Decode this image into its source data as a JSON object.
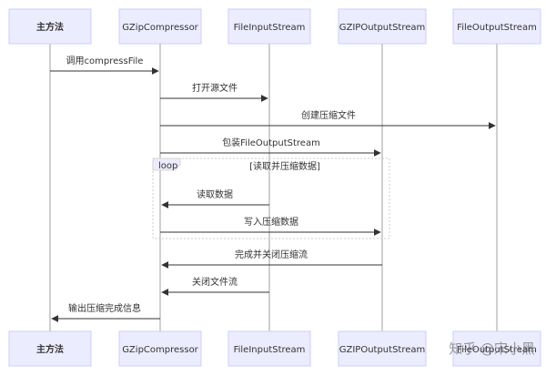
{
  "colors": {
    "actor_fill": "#ECECFF",
    "actor_stroke": "#CCCCFF",
    "lifeline": "#888888",
    "message": "#333333",
    "loop_border": "#CCCCCC",
    "loop_label_fill": "#ECECFF",
    "text": "#333333"
  },
  "participants": [
    {
      "id": "main",
      "label": "主方法"
    },
    {
      "id": "gzc",
      "label": "GZipCompressor"
    },
    {
      "id": "fis",
      "label": "FileInputStream"
    },
    {
      "id": "gzos",
      "label": "GZIPOutputStream"
    },
    {
      "id": "fos",
      "label": "FileOutputStream"
    }
  ],
  "messages": [
    {
      "from": "main",
      "to": "gzc",
      "label": "调用compressFile"
    },
    {
      "from": "gzc",
      "to": "fis",
      "label": "打开源文件"
    },
    {
      "from": "gzc",
      "to": "fos",
      "label": "创建压缩文件"
    },
    {
      "from": "gzc",
      "to": "gzos",
      "label": "包装FileOutputStream"
    },
    {
      "from": "fis",
      "to": "gzc",
      "label": "读取数据"
    },
    {
      "from": "gzc",
      "to": "gzos",
      "label": "写入压缩数据"
    },
    {
      "from": "gzos",
      "to": "gzc",
      "label": "完成并关闭压缩流"
    },
    {
      "from": "fis",
      "to": "gzc",
      "label": "关闭文件流"
    },
    {
      "from": "gzc",
      "to": "main",
      "label": "输出压缩完成信息"
    }
  ],
  "loop": {
    "tag": "loop",
    "condition": "[读取并压缩数据]"
  },
  "watermark": "知乎 @宋小黑"
}
